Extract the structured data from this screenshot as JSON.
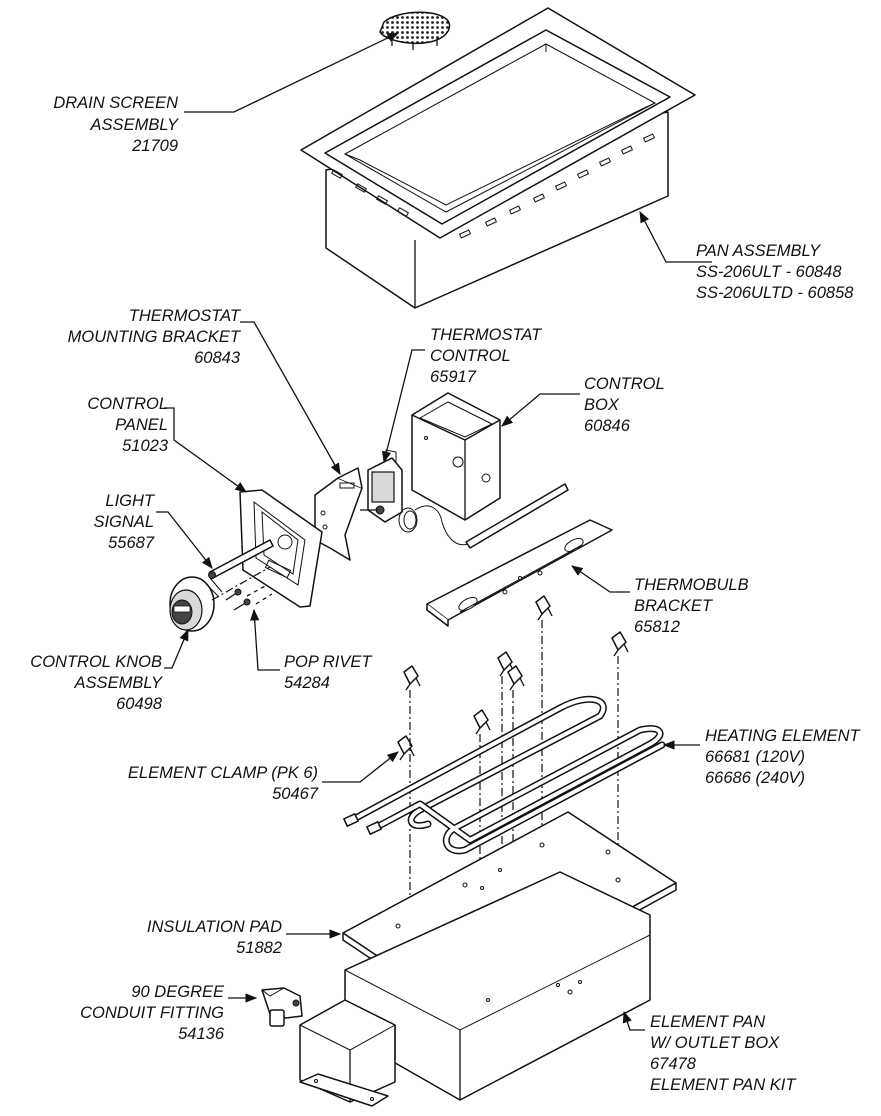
{
  "callouts": {
    "drain_screen": {
      "l1": "DRAIN SCREEN",
      "l2": "ASSEMBLY",
      "l3": "21709"
    },
    "pan_assembly": {
      "l1": "PAN ASSEMBLY",
      "l2": "SS-206ULT - 60848",
      "l3": "SS-206ULTD - 60858"
    },
    "thermostat_bracket": {
      "l1": "THERMOSTAT",
      "l2": "MOUNTING BRACKET",
      "l3": "60843"
    },
    "thermostat_control": {
      "l1": "THERMOSTAT",
      "l2": "CONTROL",
      "l3": "65917"
    },
    "control_panel": {
      "l1": "CONTROL",
      "l2": "PANEL",
      "l3": "51023"
    },
    "control_box": {
      "l1": "CONTROL",
      "l2": "BOX",
      "l3": "60846"
    },
    "light_signal": {
      "l1": "LIGHT",
      "l2": "SIGNAL",
      "l3": "55687"
    },
    "thermobulb_bracket": {
      "l1": "THERMOBULB",
      "l2": "BRACKET",
      "l3": "65812"
    },
    "control_knob": {
      "l1": "CONTROL KNOB",
      "l2": "ASSEMBLY",
      "l3": "60498"
    },
    "pop_rivet": {
      "l1": "POP RIVET",
      "l2": "54284"
    },
    "heating_element": {
      "l1": "HEATING ELEMENT",
      "l2": "66681 (120V)",
      "l3": "66686 (240V)"
    },
    "element_clamp": {
      "l1": "ELEMENT CLAMP (PK 6)",
      "l2": "50467"
    },
    "insulation_pad": {
      "l1": "INSULATION PAD",
      "l2": "51882"
    },
    "conduit_fitting": {
      "l1": "90 DEGREE",
      "l2": "CONDUIT FITTING",
      "l3": "54136"
    },
    "element_pan": {
      "l1": "ELEMENT PAN",
      "l2": "W/ OUTLET BOX",
      "l3": "67478",
      "l4": "ELEMENT PAN KIT"
    }
  }
}
